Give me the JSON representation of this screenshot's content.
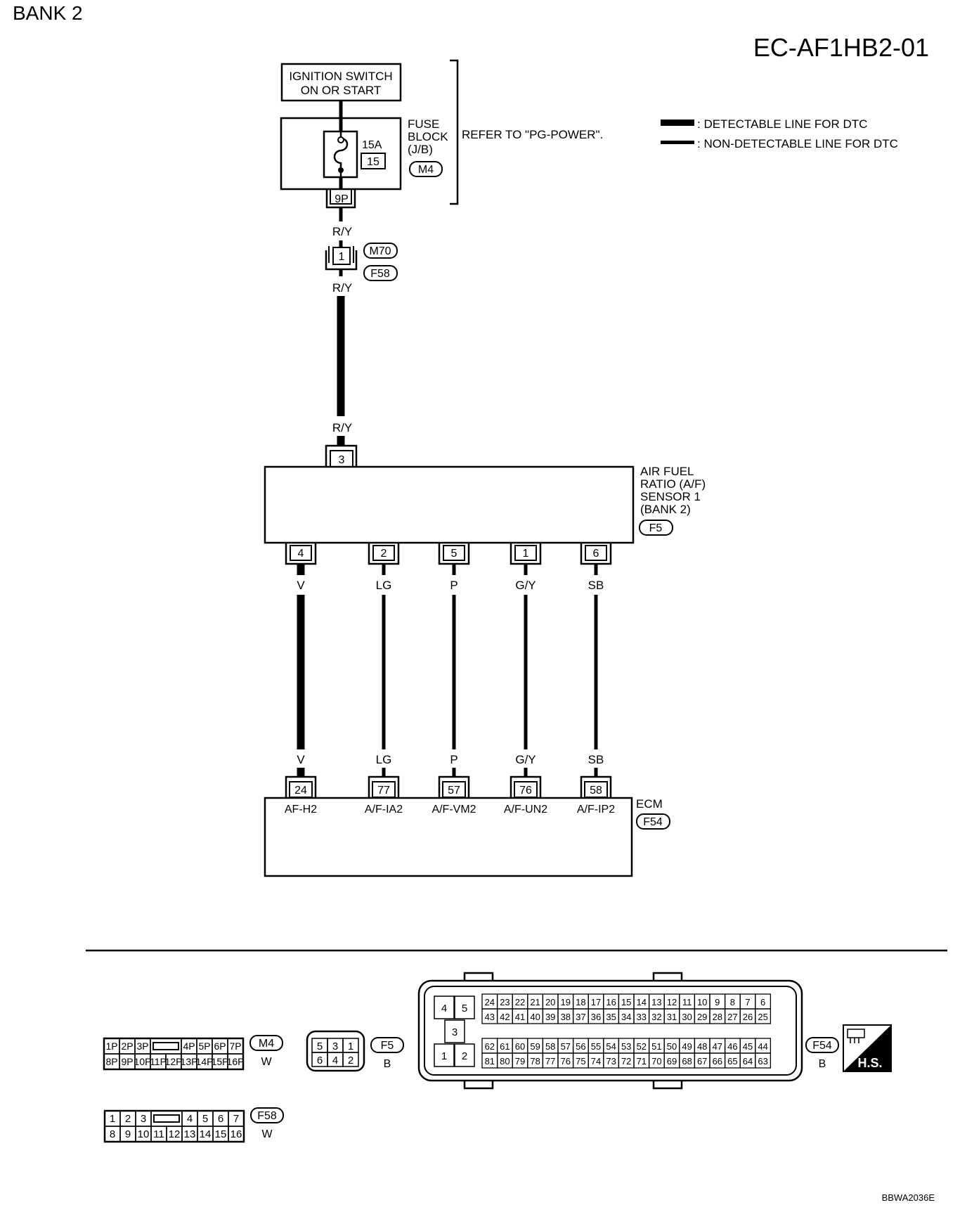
{
  "page": {
    "bank_label": "BANK 2",
    "diagram_id": "EC-AF1HB2-01",
    "figure_code": "BBWA2036E"
  },
  "legend": {
    "detectable": ": DETECTABLE LINE FOR DTC",
    "non_detectable": ": NON-DETECTABLE LINE FOR DTC"
  },
  "ignition": {
    "line1": "IGNITION SWITCH",
    "line2": "ON OR START"
  },
  "fuse_block": {
    "lines": [
      "FUSE",
      "BLOCK",
      "(J/B)"
    ],
    "connector": "M4",
    "fuse_amp": "15A",
    "fuse_no": "15",
    "terminal": "9P",
    "refer": "REFER TO \"PG-POWER\"."
  },
  "junction": {
    "wire_color_upper": "R/Y",
    "terminal": "1",
    "connector_upper": "M70",
    "connector_lower": "F58",
    "wire_color_lower": "R/Y",
    "wire_color_sensor": "R/Y"
  },
  "sensor": {
    "lines": [
      "AIR FUEL",
      "RATIO (A/F)",
      "SENSOR 1",
      "(BANK 2)"
    ],
    "connector": "F5",
    "power_terminal": "3"
  },
  "wires": [
    {
      "sensor_pin": "4",
      "color": "V",
      "ecm_pin": "24",
      "signal": "AF-H2"
    },
    {
      "sensor_pin": "2",
      "color": "LG",
      "ecm_pin": "77",
      "signal": "A/F-IA2"
    },
    {
      "sensor_pin": "5",
      "color": "P",
      "ecm_pin": "57",
      "signal": "A/F-VM2"
    },
    {
      "sensor_pin": "1",
      "color": "G/Y",
      "ecm_pin": "76",
      "signal": "A/F-UN2"
    },
    {
      "sensor_pin": "6",
      "color": "SB",
      "ecm_pin": "58",
      "signal": "A/F-IP2"
    }
  ],
  "ecm": {
    "label": "ECM",
    "connector": "F54"
  },
  "connector_views": {
    "m4": {
      "id": "M4",
      "color": "W",
      "top": [
        "1P",
        "2P",
        "3P",
        "",
        "4P",
        "5P",
        "6P",
        "7P"
      ],
      "bottom": [
        "8P",
        "9P",
        "10P",
        "11P",
        "12P",
        "13P",
        "14P",
        "15P",
        "16P"
      ]
    },
    "f5": {
      "id": "F5",
      "color": "B",
      "top": [
        "5",
        "3",
        "1"
      ],
      "bottom": [
        "6",
        "4",
        "2"
      ]
    },
    "f58": {
      "id": "F58",
      "color": "W",
      "top": [
        "1",
        "2",
        "3",
        "",
        "4",
        "5",
        "6",
        "7"
      ],
      "bottom": [
        "8",
        "9",
        "10",
        "11",
        "12",
        "13",
        "14",
        "15",
        "16"
      ]
    },
    "f54": {
      "id": "F54",
      "color": "B",
      "hs_label": "H.S.",
      "left_block": [
        "4",
        "5",
        "3",
        "1",
        "2"
      ],
      "row1": [
        "24",
        "23",
        "22",
        "21",
        "20",
        "19",
        "18",
        "17",
        "16",
        "15",
        "14",
        "13",
        "12",
        "11",
        "10",
        "9",
        "8",
        "7",
        "6"
      ],
      "row2": [
        "43",
        "42",
        "41",
        "40",
        "39",
        "38",
        "37",
        "36",
        "35",
        "34",
        "33",
        "32",
        "31",
        "30",
        "29",
        "28",
        "27",
        "26",
        "25"
      ],
      "row3": [
        "62",
        "61",
        "60",
        "59",
        "58",
        "57",
        "56",
        "55",
        "54",
        "53",
        "52",
        "51",
        "50",
        "49",
        "48",
        "47",
        "46",
        "45",
        "44"
      ],
      "row4": [
        "81",
        "80",
        "79",
        "78",
        "77",
        "76",
        "75",
        "74",
        "73",
        "72",
        "71",
        "70",
        "69",
        "68",
        "67",
        "66",
        "65",
        "64",
        "63"
      ]
    }
  }
}
